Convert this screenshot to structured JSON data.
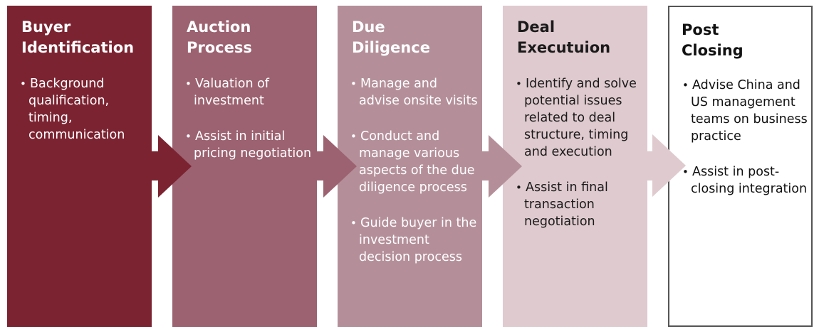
{
  "stages": [
    {
      "title": "Buyer Identification",
      "title_lines": [
        "Buyer",
        "Identification"
      ],
      "bullets": [
        "Background qualification, timing, communication"
      ],
      "color": "#7b2331"
    },
    {
      "title": "Auction Process",
      "title_lines": [
        "Auction",
        "Process"
      ],
      "bullets": [
        "Valuation of investment",
        "Assist in initial pricing negotiation"
      ],
      "color": "#9c6271"
    },
    {
      "title": "Due Diligence",
      "title_lines": [
        "Due",
        "Diligence"
      ],
      "bullets": [
        "Manage and advise onsite visits",
        "Conduct and manage various aspects of the due diligence process",
        "Guide buyer in the investment decision process"
      ],
      "color": "#b48f9a"
    },
    {
      "title": "Deal Executuion",
      "title_lines": [
        "Deal",
        "Executuion"
      ],
      "bullets": [
        "Identify and solve potential issues related to deal structure, timing and execution",
        "Assist in final transaction negotiation"
      ],
      "color": "#dfcacf"
    },
    {
      "title": "Post Closing",
      "title_lines": [
        "Post",
        "Closing"
      ],
      "bullets": [
        "Advise China and US management teams on business practice",
        "Assist in post-closing integration"
      ],
      "color": "#ffffff"
    }
  ]
}
